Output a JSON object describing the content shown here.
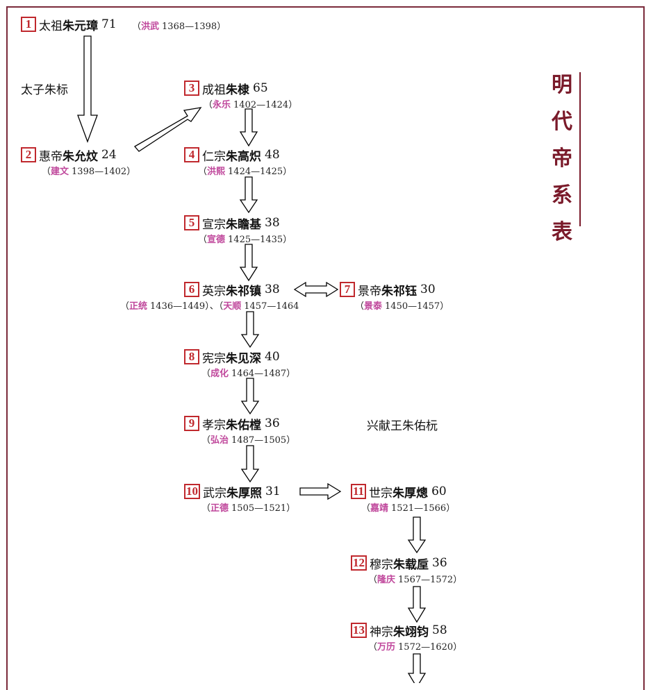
{
  "title": "明代帝系表",
  "title_chars": [
    "明",
    "代",
    "帝",
    "系",
    "表"
  ],
  "labels": {
    "crown_prince": "太子朱标",
    "xingxian": "兴献王朱佑杬"
  },
  "emperors": [
    {
      "num": "1",
      "temple": "太祖",
      "name": "朱元璋",
      "age": "71",
      "era": "洪武",
      "years": "1368—1398",
      "open": "（",
      "close": "）"
    },
    {
      "num": "2",
      "temple": "惠帝",
      "name": "朱允炆",
      "age": "24",
      "era": "建文",
      "years": "1398—1402",
      "open": "（",
      "close": "）"
    },
    {
      "num": "3",
      "temple": "成祖",
      "name": "朱棣",
      "age": "65",
      "era": "永乐",
      "years": "1402—1424",
      "open": "（",
      "close": "）"
    },
    {
      "num": "4",
      "temple": "仁宗",
      "name": "朱高炽",
      "age": "48",
      "era": "洪熙",
      "years": "1424—1425",
      "open": "（",
      "close": "）"
    },
    {
      "num": "5",
      "temple": "宣宗",
      "name": "朱瞻基",
      "age": "38",
      "era": "宣德",
      "years": "1425—1435",
      "open": "（",
      "close": "）"
    },
    {
      "num": "6",
      "temple": "英宗",
      "name": "朱祁镇",
      "age": "38",
      "era": "正统",
      "years": "1436—1449",
      "open": "（",
      "close": "）",
      "sep": "、（",
      "era2": "天顺",
      "years2": "1457—1464"
    },
    {
      "num": "7",
      "temple": "景帝",
      "name": "朱祁钰",
      "age": "30",
      "era": "景泰",
      "years": "1450—1457",
      "open": "（",
      "close": "）"
    },
    {
      "num": "8",
      "temple": "宪宗",
      "name": "朱见深",
      "age": "40",
      "era": "成化",
      "years": "1464—1487",
      "open": "（",
      "close": "）"
    },
    {
      "num": "9",
      "temple": "孝宗",
      "name": "朱佑樘",
      "age": "36",
      "era": "弘治",
      "years": "1487—1505",
      "open": "（",
      "close": "）"
    },
    {
      "num": "10",
      "temple": "武宗",
      "name": "朱厚照",
      "age": "31",
      "era": "正德",
      "years": "1505—1521",
      "open": "（",
      "close": "）"
    },
    {
      "num": "11",
      "temple": "世宗",
      "name": "朱厚熜",
      "age": "60",
      "era": "嘉靖",
      "years": "1521—1566",
      "open": "（",
      "close": "）"
    },
    {
      "num": "12",
      "temple": "穆宗",
      "name": "朱载垕",
      "age": "36",
      "era": "隆庆",
      "years": "1567—1572",
      "open": "（",
      "close": "）"
    },
    {
      "num": "13",
      "temple": "神宗",
      "name": "朱翊钧",
      "age": "58",
      "era": "万历",
      "years": "1572—1620",
      "open": "（",
      "close": "）"
    }
  ],
  "colors": {
    "number_box": "#c0282d",
    "era": "#c0489c",
    "title": "#7a1a2a",
    "frame": "#7a2a3a"
  }
}
